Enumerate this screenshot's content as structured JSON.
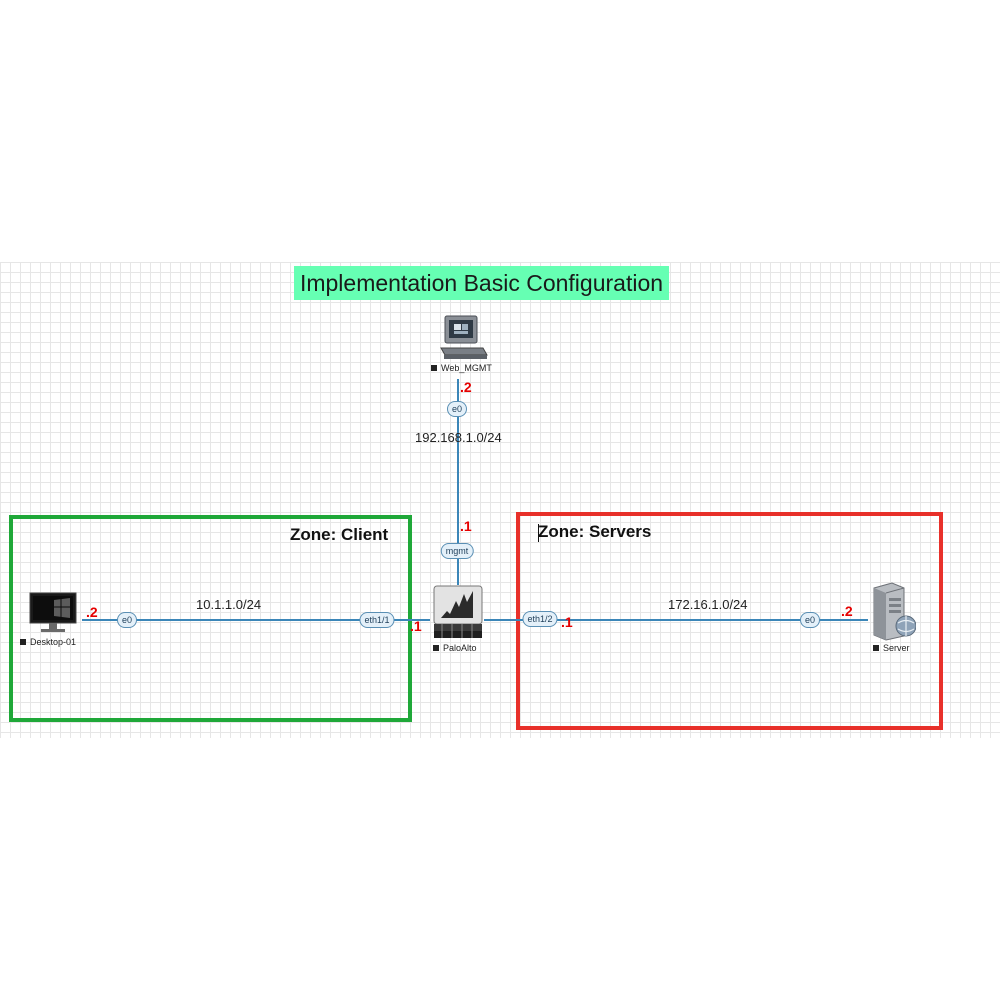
{
  "title": "Implementation Basic Configuration",
  "zones": {
    "client": {
      "label": "Zone: Client",
      "color": "#1fa839"
    },
    "servers": {
      "label": "Zone: Servers",
      "color": "#e8302a"
    }
  },
  "nodes": {
    "web_mgmt": {
      "label": "Web_MGMT",
      "icon": "workstation-icon"
    },
    "paloalto": {
      "label": "PaloAlto",
      "icon": "firewall-icon"
    },
    "desktop": {
      "label": "Desktop-01",
      "icon": "desktop-monitor-icon"
    },
    "server": {
      "label": "Server",
      "icon": "server-tower-icon"
    }
  },
  "links": {
    "mgmt": {
      "subnet": "192.168.1.0/24",
      "port_a": "e0",
      "port_b": "mgmt",
      "octet_a": ".2",
      "octet_b": ".1"
    },
    "client": {
      "subnet": "10.1.1.0/24",
      "port_a": "e0",
      "port_b": "eth1/1",
      "octet_a": ".2",
      "octet_b": ".1"
    },
    "servers": {
      "subnet": "172.16.1.0/24",
      "port_a": "eth1/2",
      "port_b": "e0",
      "octet_a": ".1",
      "octet_b": ".2"
    }
  },
  "colors": {
    "link": "#3b86b8",
    "octet": "#e60000",
    "title_bg": "#66ffb3"
  }
}
